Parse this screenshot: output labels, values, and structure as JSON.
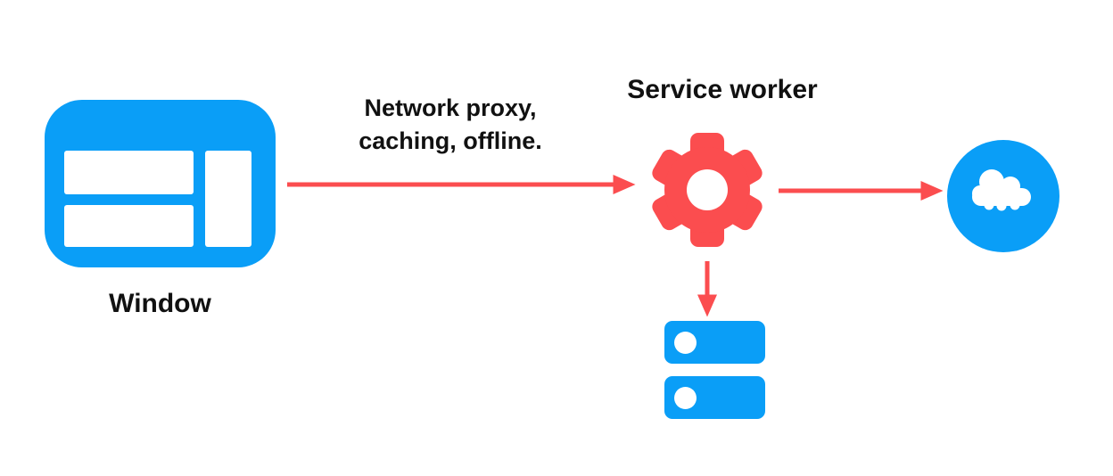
{
  "colors": {
    "blue": "#0A9EF7",
    "red": "#FB4D4F",
    "text": "#111111",
    "background": "#FFFFFF"
  },
  "nodes": {
    "window": {
      "label": "Window",
      "icon": "browser-window-icon"
    },
    "service_worker": {
      "label": "Service worker",
      "icon": "gear-icon"
    },
    "network": {
      "icon": "cloud-icon"
    },
    "storage": {
      "icon": "database-stack-icon"
    }
  },
  "edges": {
    "window_to_service_worker": {
      "from": "window",
      "to": "service_worker",
      "label_lines": [
        "Network proxy,",
        "caching, offline."
      ]
    },
    "service_worker_to_network": {
      "from": "service_worker",
      "to": "network"
    },
    "service_worker_to_storage": {
      "from": "service_worker",
      "to": "storage"
    }
  }
}
